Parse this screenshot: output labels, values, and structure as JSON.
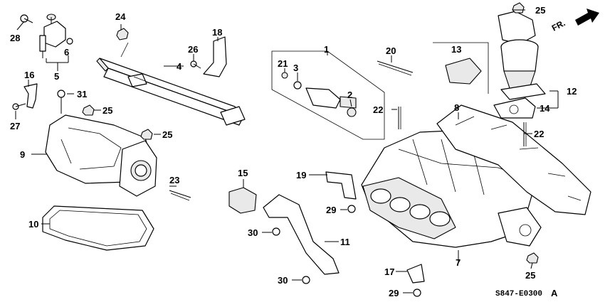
{
  "diagram": {
    "part_numbers": {
      "p1": "1",
      "p2": "2",
      "p3": "3",
      "p4": "4",
      "p5": "5",
      "p6": "6",
      "p7": "7",
      "p8": "8",
      "p9": "9",
      "p10": "10",
      "p11": "11",
      "p12": "12",
      "p13": "13",
      "p14": "14",
      "p15": "15",
      "p16": "16",
      "p17": "17",
      "p18": "18",
      "p19": "19",
      "p20": "20",
      "p21": "21",
      "p22a": "22",
      "p22b": "22",
      "p23": "23",
      "p24": "24",
      "p25a": "25",
      "p25b": "25",
      "p25c": "25",
      "p25d": "25",
      "p26": "26",
      "p27": "27",
      "p28": "28",
      "p29a": "29",
      "p29b": "29",
      "p30a": "30",
      "p30b": "30",
      "p31": "31"
    },
    "direction_label": "FR.",
    "diagram_code": "S847-E0300",
    "diagram_suffix": "A"
  }
}
